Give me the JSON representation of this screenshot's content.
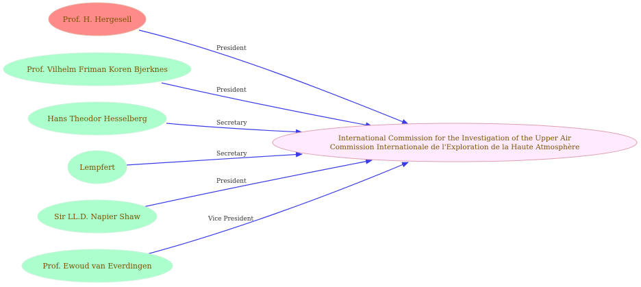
{
  "colors": {
    "root_fill": "#ff8a8a",
    "root_stroke": "#e8b0a0",
    "person_fill": "#aaffcc",
    "person_stroke": "#ccf2dd",
    "center_fill": "#ffeaff",
    "center_stroke": "#e0a0b0",
    "edge": "#3a3ae8",
    "node_text": "#7a5200",
    "edge_text": "#333333"
  },
  "center": {
    "line1": "International Commission for the Investigation of the Upper Air",
    "line2": "Commission Internationale de l'Exploration de la Haute Atmosphère"
  },
  "nodes": [
    {
      "id": "hergesell",
      "label": "Prof. H. Hergesell",
      "kind": "root"
    },
    {
      "id": "bjerknes",
      "label": "Prof. Vilhelm Friman Koren Bjerknes",
      "kind": "person"
    },
    {
      "id": "hesselberg",
      "label": "Hans Theodor Hesselberg",
      "kind": "person"
    },
    {
      "id": "lempfert",
      "label": "Lempfert",
      "kind": "person"
    },
    {
      "id": "shaw",
      "label": "Sir LL.D. Napier Shaw",
      "kind": "person"
    },
    {
      "id": "everdingen",
      "label": "Prof. Ewoud van Everdingen",
      "kind": "person"
    }
  ],
  "edges": [
    {
      "from": "hergesell",
      "label": "President"
    },
    {
      "from": "bjerknes",
      "label": "President"
    },
    {
      "from": "hesselberg",
      "label": "Secretary"
    },
    {
      "from": "lempfert",
      "label": "Secretary"
    },
    {
      "from": "shaw",
      "label": "President"
    },
    {
      "from": "everdingen",
      "label": "Vice President"
    }
  ]
}
